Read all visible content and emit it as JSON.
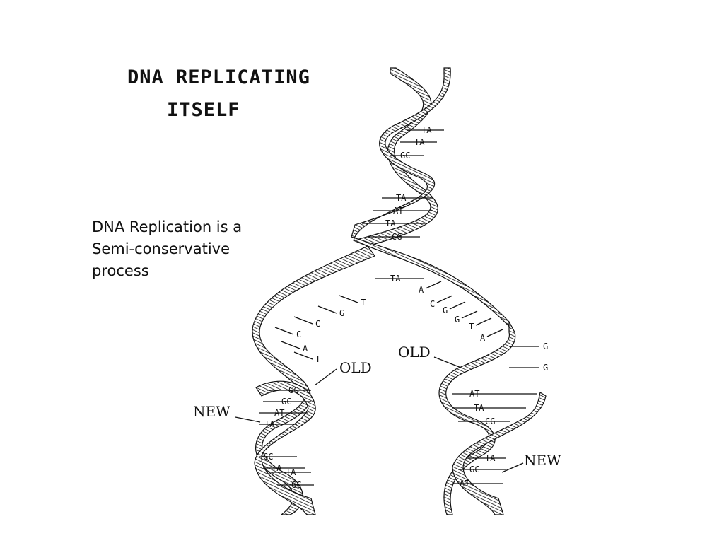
{
  "title": {
    "line1": "DNA REPLICATING",
    "line2": "ITSELF"
  },
  "caption": {
    "line1": "DNA Replication is a",
    "line2": "Semi-conservative",
    "line3": "process"
  },
  "parent_pairs": [
    "TA",
    "TA",
    "GC",
    "TA",
    "AT",
    "TA",
    "CG",
    "TA"
  ],
  "left_unpaired": [
    "T",
    "G",
    "C",
    "C",
    "A",
    "T"
  ],
  "right_unpaired": [
    "A",
    "C",
    "G",
    "G",
    "T",
    "A",
    "G",
    "G"
  ],
  "left_daughter_pairs": [
    "GC",
    "GC",
    "AT",
    "TA",
    "GC",
    "TA",
    "TA",
    "GC"
  ],
  "right_daughter_pairs": [
    "AT",
    "TA",
    "CG",
    "TA",
    "GC",
    "AT"
  ],
  "labels": {
    "old": "OLD",
    "new": "NEW"
  }
}
